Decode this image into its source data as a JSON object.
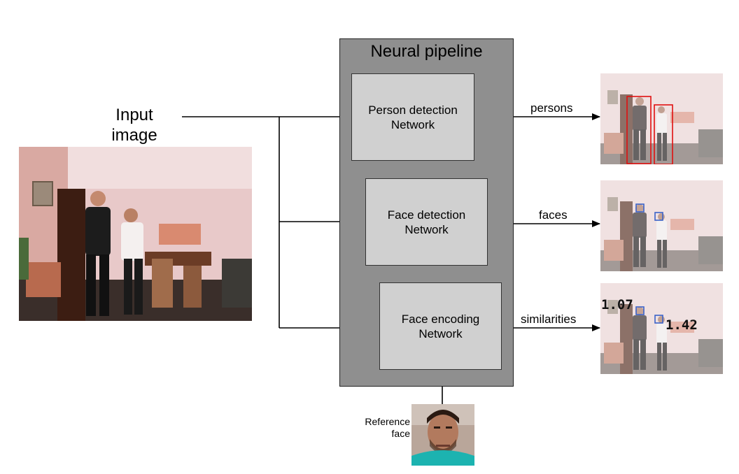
{
  "input": {
    "title_line1": "Input",
    "title_line2": "image"
  },
  "pipeline": {
    "title": "Neural pipeline"
  },
  "networks": [
    {
      "line1": "Person detection",
      "line2": "Network"
    },
    {
      "line1": "Face detection",
      "line2": "Network"
    },
    {
      "line1": "Face encoding",
      "line2": "Network"
    }
  ],
  "outputs": {
    "persons": "persons",
    "faces": "faces",
    "similarities": "similarities"
  },
  "similarity_scores": [
    "1.07",
    "1.42"
  ],
  "reference": {
    "line1": "Reference",
    "line2": "face"
  },
  "colors": {
    "pipeline_bg": "#8f8f8f",
    "network_bg": "#d0d0d0",
    "person_box": "#e01010",
    "face_box": "#3a62c8"
  }
}
